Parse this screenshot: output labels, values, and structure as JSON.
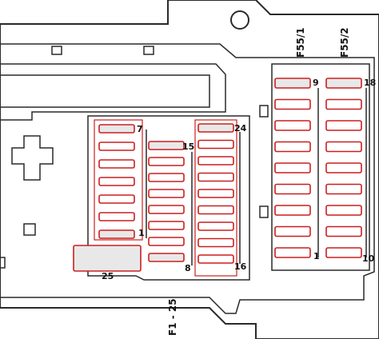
{
  "diagram": {
    "group_labels": {
      "relay_left": "F55/1",
      "relay_right": "F55/2",
      "bottom": "F1 - 25"
    },
    "fuse_numbers": {
      "col_a_top": "7",
      "col_a_bottom": "1",
      "col_b_top": "15",
      "col_b_bottom": "8",
      "col_c_top": "24",
      "col_c_bottom": "16",
      "large_fuse": "25",
      "relay_left_top": "9",
      "relay_left_bottom": "1",
      "relay_right_top": "18",
      "relay_right_bottom": "10"
    },
    "colors": {
      "outline": "#2a2a2a",
      "fuse_highlight": "#cc1f1f",
      "fuse_fill": "#e8e8e8",
      "background": "#ffffff"
    }
  }
}
